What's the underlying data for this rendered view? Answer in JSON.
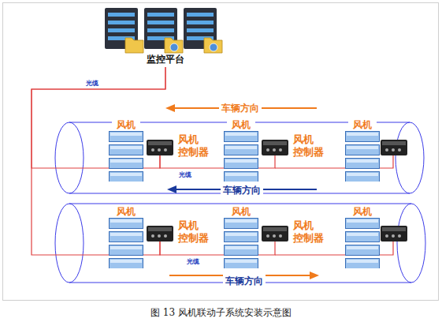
{
  "diagram": {
    "caption": "图 13 风机联动子系统安装示意图",
    "nodes": [
      {
        "text": [
          "监控平台"
        ]
      },
      {
        "text": [
          "风机"
        ]
      },
      {
        "text": [
          "风机 控制器"
        ]
      },
      {
        "text": [
          "风机"
        ]
      },
      {
        "text": [
          "风机 控制器"
        ]
      },
      {
        "text": [
          "风机"
        ]
      },
      {
        "text": [
          "风机"
        ]
      },
      {
        "text": [
          "风机 控制器"
        ]
      },
      {
        "text": [
          "风机"
        ]
      },
      {
        "text": [
          "风机 控制器"
        ]
      },
      {
        "text": [
          "风机"
        ]
      }
    ],
    "edges": [
      {
        "from": 0,
        "to": 2,
        "arrow": "none",
        "label": "光缆"
      },
      {
        "from": 2,
        "to": 4,
        "arrow": "none",
        "label": "光缆"
      },
      {
        "from": 0,
        "to": 7,
        "arrow": "none"
      },
      {
        "from": 7,
        "to": 9,
        "arrow": "none",
        "label": "光缆"
      }
    ],
    "labels": [
      "车辆方向",
      "车辆方向",
      "车辆方向"
    ]
  }
}
